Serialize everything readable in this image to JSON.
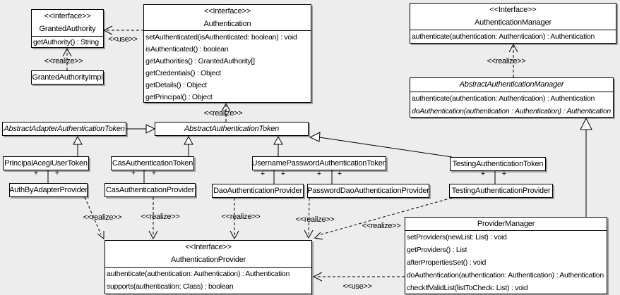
{
  "labels": {
    "plus": "+",
    "realize": "<<realize>>",
    "use": "<<use>>"
  },
  "classes": {
    "grantedAuthority": {
      "stereotype": "<<Interface>>",
      "name": "GrantedAuthority",
      "methods": [
        "getAuthority() : String"
      ]
    },
    "grantedAuthorityImpl": {
      "name": "GrantedAuthorityImpl"
    },
    "authentication": {
      "stereotype": "<<Interface>>",
      "name": "Authentication",
      "methods": [
        "setAuthenticated(isAuthenticated: boolean) : void",
        "isAuthenticated() : boolean",
        "getAuthorities() : GrantedAuthority[]",
        "getCredentials() : Object",
        "getDetails() : Object",
        "getPrincipal() : Object"
      ]
    },
    "authenticationManager": {
      "stereotype": "<<Interface>>",
      "name": "AuthenticationManager",
      "methods": [
        "authenticate(authentication: Authentication) : Authentication"
      ]
    },
    "abstractAuthenticationManager": {
      "name": "AbstractAuthenticationManager",
      "methods": [
        "authenticate(authentication: Authentication) : Authentication",
        "doAuthentication(authentication : Authentication) : Authentication"
      ]
    },
    "abstractAdapterAuthenticationToken": {
      "name": "AbstractAdapterAuthenticationToken"
    },
    "abstractAuthenticationToken": {
      "name": "AbstractAuthenticationToken"
    },
    "principalAcegiUserToken": {
      "name": "PrincipalAcegiUserToken"
    },
    "casAuthenticationToken": {
      "name": "CasAuthenticationToken"
    },
    "usernamePasswordAuthenticationToken": {
      "name": "UsernamePasswordAuthenticationToken"
    },
    "testingAuthenticationToken": {
      "name": "TestingAuthenticationToken"
    },
    "authByAdapterProvider": {
      "name": "AuthByAdapterProvider"
    },
    "casAuthenticationProvider": {
      "name": "CasAuthenticationProvider"
    },
    "daoAuthenticationProvider": {
      "name": "DaoAuthenticationProvider"
    },
    "passwordDaoAuthenticationProvider": {
      "name": "PasswordDaoAuthenticationProvider"
    },
    "testingAuthenticationProvider": {
      "name": "TestingAuthenticationProvider"
    },
    "authenticationProvider": {
      "stereotype": "<<Interface>>",
      "name": "AuthenticationProvider",
      "methods": [
        "authenticate(authentication: Authentication) : Authentication",
        "supports(authentication: Class) : boolean"
      ]
    },
    "providerManager": {
      "name": "ProviderManager",
      "methods": [
        "setProviders(newList: List) : void",
        "getProviders() : List",
        "afterPropertiesSet() : void",
        "doAuthentication(authentication: Authentication) : Authentication",
        "checkIfValidList(listToCheck: List) : void"
      ]
    }
  },
  "relationships": [
    {
      "from": "Authentication",
      "to": "GrantedAuthority",
      "type": "use"
    },
    {
      "from": "GrantedAuthorityImpl",
      "to": "GrantedAuthority",
      "type": "realize"
    },
    {
      "from": "AbstractAuthenticationToken",
      "to": "Authentication",
      "type": "realize"
    },
    {
      "from": "AbstractAuthenticationManager",
      "to": "AuthenticationManager",
      "type": "realize"
    },
    {
      "from": "AbstractAdapterAuthenticationToken",
      "to": "AbstractAuthenticationToken",
      "type": "generalization"
    },
    {
      "from": "PrincipalAcegiUserToken",
      "to": "AbstractAdapterAuthenticationToken",
      "type": "generalization"
    },
    {
      "from": "CasAuthenticationToken",
      "to": "AbstractAuthenticationToken",
      "type": "generalization"
    },
    {
      "from": "UsernamePasswordAuthenticationToken",
      "to": "AbstractAuthenticationToken",
      "type": "generalization"
    },
    {
      "from": "TestingAuthenticationToken",
      "to": "AbstractAuthenticationToken",
      "type": "generalization"
    },
    {
      "from": "PrincipalAcegiUserToken",
      "to": "AuthByAdapterProvider",
      "type": "association"
    },
    {
      "from": "CasAuthenticationToken",
      "to": "CasAuthenticationProvider",
      "type": "association"
    },
    {
      "from": "UsernamePasswordAuthenticationToken",
      "to": "DaoAuthenticationProvider",
      "type": "association"
    },
    {
      "from": "UsernamePasswordAuthenticationToken",
      "to": "PasswordDaoAuthenticationProvider",
      "type": "association"
    },
    {
      "from": "TestingAuthenticationToken",
      "to": "TestingAuthenticationProvider",
      "type": "association"
    },
    {
      "from": "AuthByAdapterProvider",
      "to": "AuthenticationProvider",
      "type": "realize"
    },
    {
      "from": "CasAuthenticationProvider",
      "to": "AuthenticationProvider",
      "type": "realize"
    },
    {
      "from": "DaoAuthenticationProvider",
      "to": "AuthenticationProvider",
      "type": "realize"
    },
    {
      "from": "PasswordDaoAuthenticationProvider",
      "to": "AuthenticationProvider",
      "type": "realize"
    },
    {
      "from": "TestingAuthenticationProvider",
      "to": "AuthenticationProvider",
      "type": "realize"
    },
    {
      "from": "ProviderManager",
      "to": "AuthenticationProvider",
      "type": "use"
    },
    {
      "from": "ProviderManager",
      "to": "AbstractAuthenticationManager",
      "type": "generalization"
    }
  ]
}
